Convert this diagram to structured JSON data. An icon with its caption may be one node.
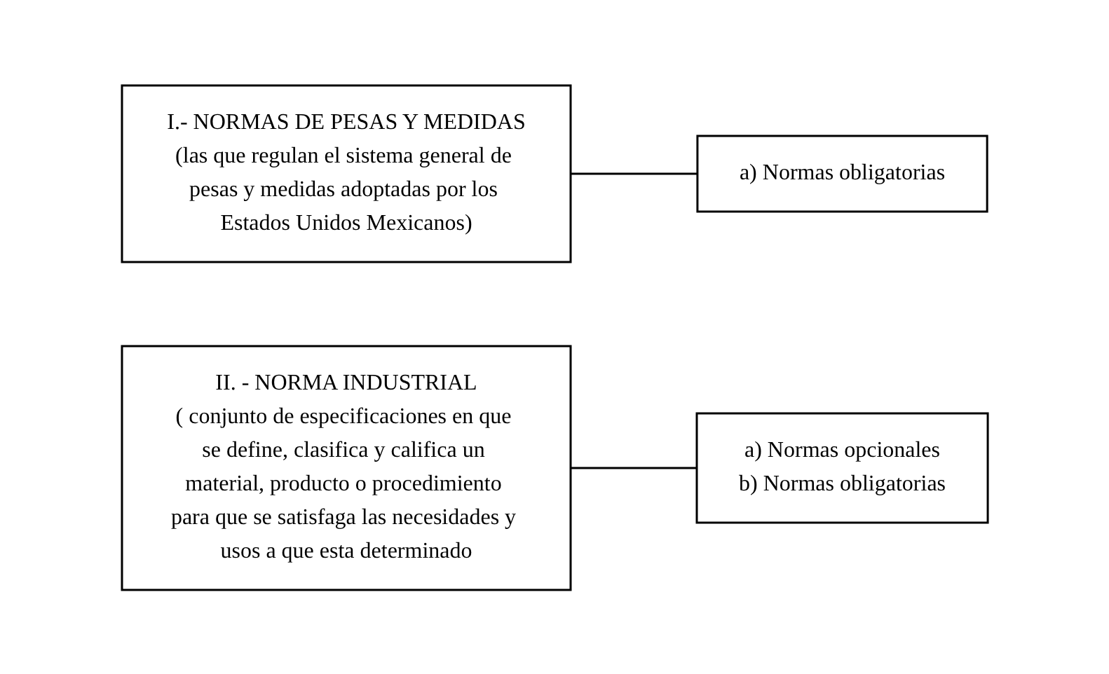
{
  "diagram": {
    "nodes": [
      {
        "text": [
          "I.- NORMAS DE PESAS Y MEDIDAS",
          "(las que regulan el sistema general de pesas y medidas adoptadas por los Estados Unidos Mexicanos)"
        ]
      },
      {
        "text": [
          "a) Normas obligatorias"
        ]
      },
      {
        "text": [
          "II. - NORMA INDUSTRIAL",
          "( conjunto de especificaciones en que se define, clasifica y califica un material, producto o procedimiento para que se satisfaga las necesidades y usos a que esta determinado"
        ]
      },
      {
        "text": [
          "a) Normas opcionales",
          "b) Normas obligatorias"
        ]
      }
    ],
    "edges": [
      {
        "from": 0,
        "to": 1,
        "arrow": "none"
      },
      {
        "from": 2,
        "to": 3,
        "arrow": "none"
      }
    ]
  }
}
